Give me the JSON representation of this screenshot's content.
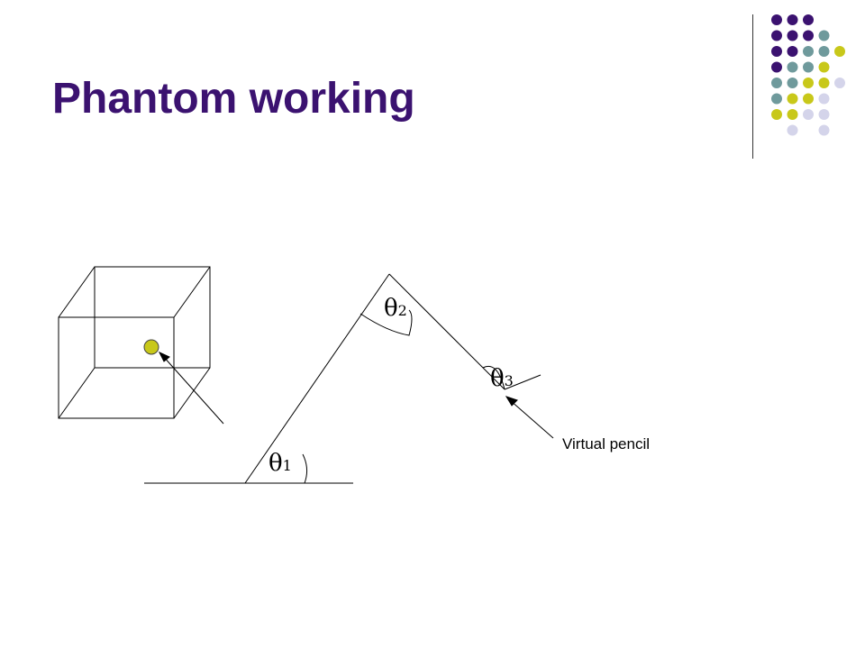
{
  "slide": {
    "title": "Phantom working"
  },
  "diagram": {
    "theta1": {
      "symbol": "θ",
      "subscript": "1"
    },
    "theta2": {
      "symbol": "θ",
      "subscript": "2"
    },
    "theta3": {
      "symbol": "θ",
      "subscript": "3"
    },
    "pencil_label": "Virtual pencil"
  },
  "colors": {
    "title": "#3b1270",
    "dot_purple": "#3b1270",
    "dot_teal": "#6f9a9c",
    "dot_yellow": "#c8c81a",
    "dot_lavender": "#d4d4ea",
    "phantom_point": "#c8c81a"
  },
  "decoration": {
    "dot_grid_rows": [
      [
        "purple",
        "purple",
        "purple",
        "",
        ""
      ],
      [
        "purple",
        "purple",
        "purple",
        "teal",
        ""
      ],
      [
        "purple",
        "purple",
        "teal",
        "teal",
        "yellow"
      ],
      [
        "purple",
        "teal",
        "teal",
        "yellow",
        ""
      ],
      [
        "teal",
        "teal",
        "yellow",
        "yellow",
        "lavender"
      ],
      [
        "teal",
        "yellow",
        "yellow",
        "lavender",
        ""
      ],
      [
        "yellow",
        "yellow",
        "lavender",
        "lavender",
        ""
      ],
      [
        "",
        "lavender",
        "",
        "lavender",
        ""
      ]
    ]
  }
}
